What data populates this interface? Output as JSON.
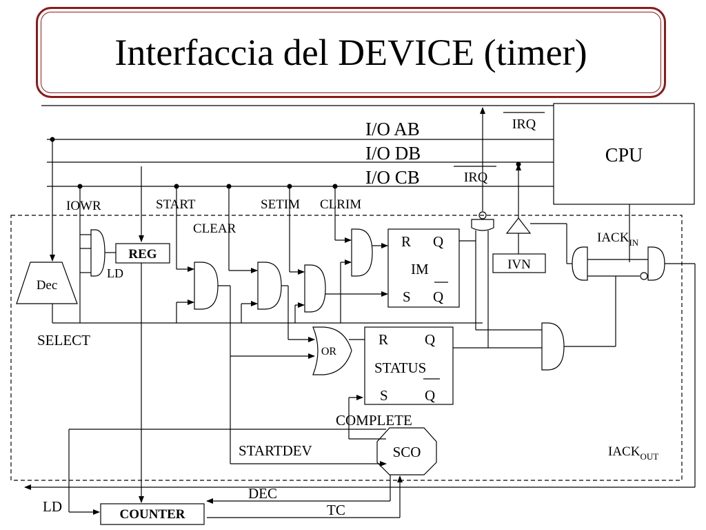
{
  "title": "Interfaccia del DEVICE (timer)",
  "buses": {
    "ab": "I/O AB",
    "db": "I/O DB",
    "cb": "I/O CB"
  },
  "blocks": {
    "cpu": "CPU",
    "dec": "Dec",
    "reg": "REG",
    "counter": "COUNTER",
    "ivn": "IVN",
    "sco": "SCO",
    "or_gate": "OR",
    "im": {
      "r": "R",
      "q": "Q",
      "name": "IM",
      "s": "S",
      "qbar": "Q"
    },
    "status": {
      "r": "R",
      "q": "Q",
      "name": "STATUS",
      "s": "S",
      "qbar": "Q"
    }
  },
  "signals": {
    "irq_top": "IRQ",
    "irq_bus": "IRQ",
    "iowr": "IOWR",
    "start": "START",
    "clear": "CLEAR",
    "setim": "SETIM",
    "clrim": "CLRIM",
    "ld_reg": "LD",
    "select": "SELECT",
    "iack_in": "IACK",
    "iack_in_sub": "IN",
    "iack_out": "IACK",
    "iack_out_sub": "OUT",
    "complete": "COMPLETE",
    "startdev": "STARTDEV",
    "dec": "DEC",
    "tc": "TC",
    "ld_counter": "LD"
  }
}
